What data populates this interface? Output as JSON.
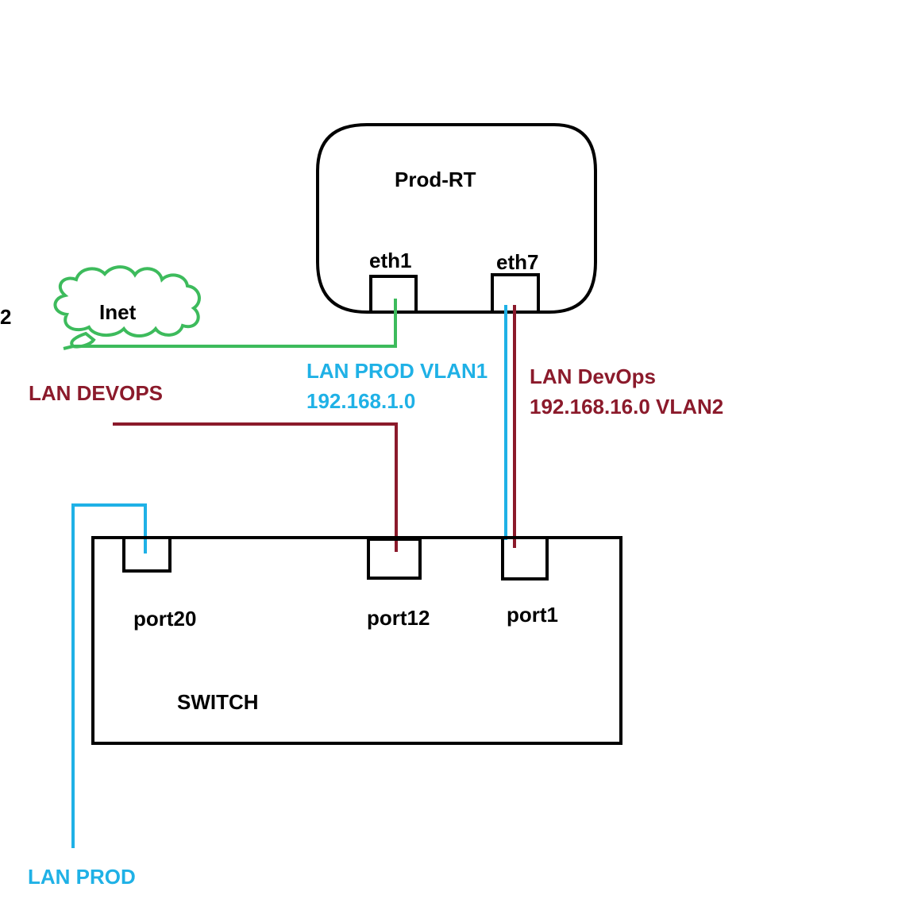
{
  "colors": {
    "prod": "#1fb1e6",
    "devops": "#8b1a2b",
    "inet": "#3dbb5c",
    "outline": "#000000"
  },
  "router": {
    "name": "Prod-RT",
    "ports": {
      "eth1": "eth1",
      "eth7": "eth7"
    }
  },
  "cloud": {
    "label": "Inet"
  },
  "edge_text": "2",
  "switch": {
    "name": "SWITCH",
    "ports": {
      "port20": "port20",
      "port12": "port12",
      "port1": "port1"
    }
  },
  "links": {
    "prod_vlan1": {
      "line1": "LAN PROD VLAN1",
      "line2": "192.168.1.0"
    },
    "devops_vlan2": {
      "line1": "LAN DevOps",
      "line2": "192.168.16.0 VLAN2"
    },
    "lan_devops": "LAN DEVOPS",
    "lan_prod": "LAN PROD"
  }
}
